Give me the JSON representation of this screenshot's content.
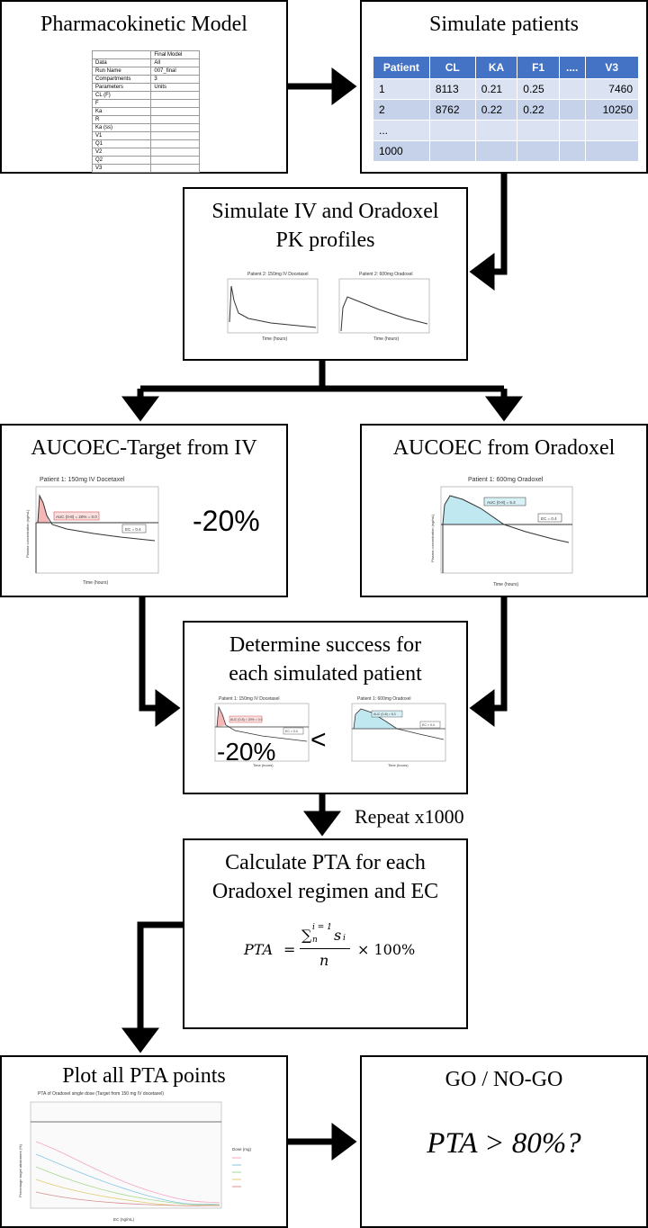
{
  "boxes": {
    "pk_model": {
      "title": "Pharmacokinetic Model"
    },
    "simulate": {
      "title": "Simulate patients"
    },
    "profiles": {
      "title_line1": "Simulate IV and Oradoxel",
      "title_line2": "PK profiles"
    },
    "auc_iv": {
      "title": "AUCOEC-Target from IV"
    },
    "auc_oral": {
      "title": "AUCOEC from Oradoxel"
    },
    "determine": {
      "title_line1": "Determine success for",
      "title_line2": "each simulated patient"
    },
    "pta": {
      "title_line1": "Calculate PTA for each",
      "title_line2": "Oradoxel regimen and EC"
    },
    "plot": {
      "title": "Plot all PTA points"
    },
    "gonogo": {
      "title": "GO / NO-GO",
      "question": "PTA > 80%?"
    }
  },
  "patients_table": {
    "headers": [
      "Patient",
      "CL",
      "KA",
      "F1",
      "....",
      "V3"
    ],
    "rows": [
      [
        "1",
        "8113",
        "0.21",
        "0.25",
        "",
        "7460"
      ],
      [
        "2",
        "8762",
        "0.22",
        "0.22",
        "",
        "10250"
      ],
      [
        "...",
        "",
        "",
        "",
        "",
        ""
      ],
      [
        "1000",
        "",
        "",
        "",
        "",
        ""
      ]
    ]
  },
  "model_table": {
    "header_right": "Final Model",
    "rows": [
      [
        "Data",
        "All"
      ],
      [
        "Run Name",
        "007_final"
      ],
      [
        "Compartments",
        "3"
      ]
    ],
    "param_headers": [
      "Parameters",
      "Units"
    ],
    "params": [
      "CL (F)",
      "F",
      "Ka",
      "R",
      "Ka (ss)",
      "V1",
      "Q1",
      "V2",
      "Q2",
      "V3"
    ]
  },
  "labels": {
    "minus_20_iv": "-20%",
    "minus_20_det": "-20%",
    "less_than": "<",
    "repeat": "Repeat x1000",
    "iv_plot_title": "Patient 1: 150mg IV Docetaxel",
    "oral_plot_title": "Patient 1: 600mg Oradoxel",
    "iv_plot_title2": "Patient 2: 150mg IV Docetaxel",
    "oral_plot_title2": "Patient 2: 600mg Oradoxel",
    "auc_label_iv": "AUC (0-8) = 20% = 0.0",
    "auc_label_oral": "AUC (0-8) = 5.3",
    "ec_label": "EC = 0.4",
    "x_axis": "Time (hours)",
    "y_axis": "Plasma concentration (ng/mL)",
    "pta_plot_title": "PTA of Oradoxel single dose (Target from 150 mg IV docetaxel)",
    "pta_x_axis": "EC (ng/mL)",
    "pta_y_axis": "Percentage target attainment (%)",
    "legend_title": "Dose (mg)"
  },
  "formula": {
    "lhs": "PTA",
    "num_sum": "∑",
    "num_sup": "i = 1",
    "num_sub": "n",
    "num_s": "s",
    "num_s_sub": "i",
    "den": "n",
    "tail": "× 100%"
  },
  "colors": {
    "iv_fill": "#f4b6b6",
    "oral_fill": "#bfe8f0",
    "table_header": "#4472c4"
  }
}
